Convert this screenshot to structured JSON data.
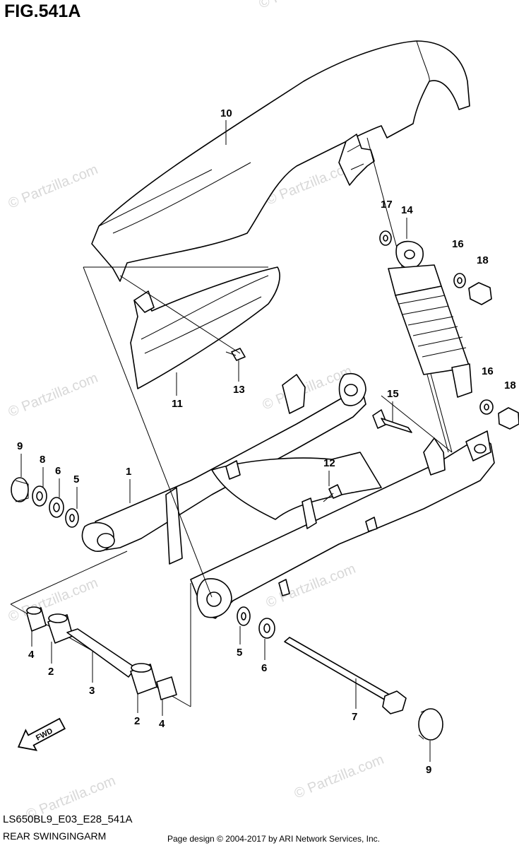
{
  "header": {
    "figure_title": "FIG.541A"
  },
  "footer": {
    "model_code": "LS650BL9_E03_E28_541A",
    "diagram_name": "REAR SWINGINGARM",
    "copyright": "Page design © 2004-2017 by ARI Network Services, Inc."
  },
  "watermark": {
    "text": "© Partzilla.com"
  },
  "fwd_arrow": {
    "label": "FWD"
  },
  "part_labels": {
    "p1": "1",
    "p2a": "2",
    "p2b": "2",
    "p3": "3",
    "p4a": "4",
    "p4b": "4",
    "p5a": "5",
    "p5b": "5",
    "p6a": "6",
    "p6b": "6",
    "p7": "7",
    "p8": "8",
    "p9a": "9",
    "p9b": "9",
    "p10": "10",
    "p11": "11",
    "p12": "12",
    "p13": "13",
    "p14": "14",
    "p15": "15",
    "p16a": "16",
    "p16b": "16",
    "p17": "17",
    "p18a": "18",
    "p18b": "18"
  },
  "icons": {
    "arrow": "fwd-arrow-icon"
  }
}
